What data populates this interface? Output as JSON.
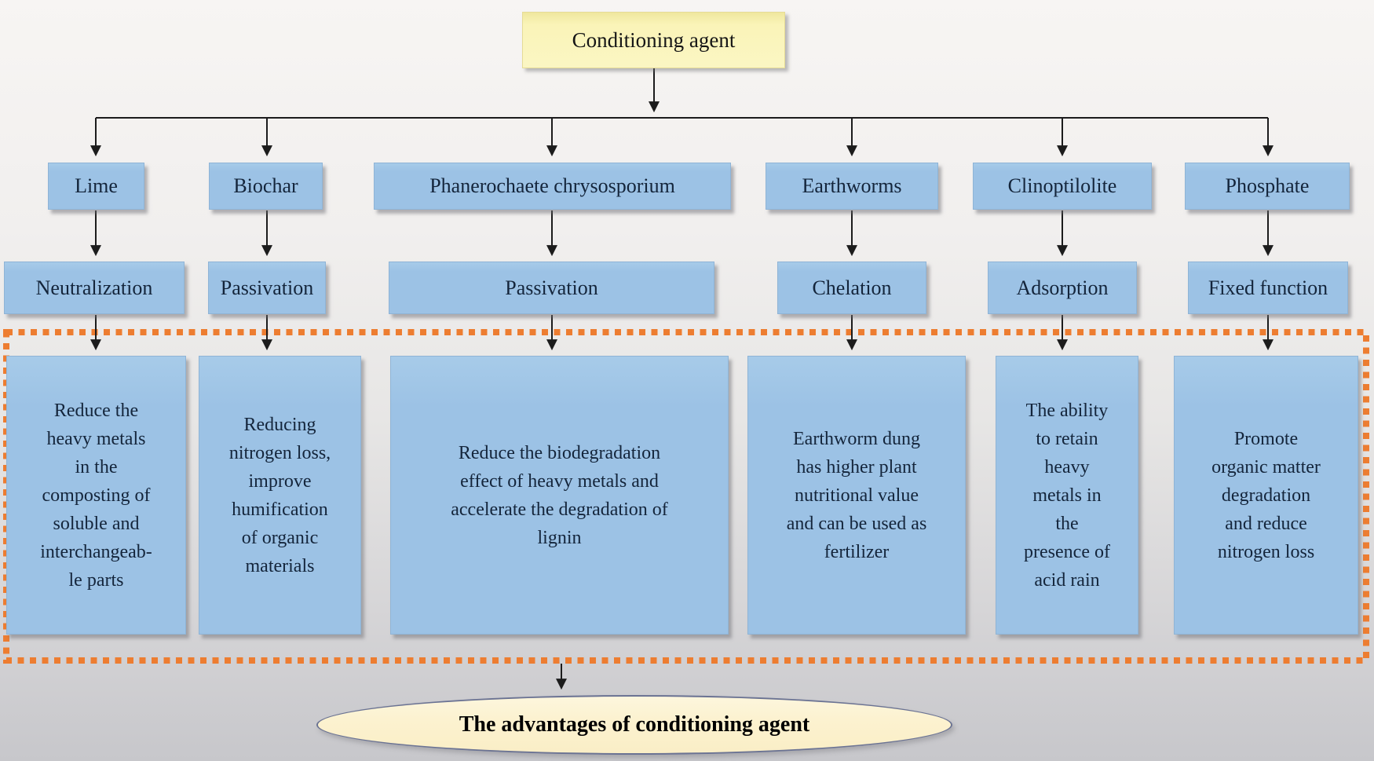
{
  "diagram": {
    "title": "Conditioning agent flowchart",
    "root": {
      "label": "Conditioning agent"
    },
    "columns": [
      {
        "agent": "Lime",
        "function": "Neutralization",
        "advantage": "Reduce the\nheavy metals\nin the\ncomposting of\nsoluble and\ninterchangeab-\nle parts"
      },
      {
        "agent": "Biochar",
        "function": "Passivation",
        "advantage": "Reducing\nnitrogen loss,\nimprove\nhumification\nof organic\nmaterials"
      },
      {
        "agent": "Phanerochaete chrysosporium",
        "function": "Passivation",
        "advantage": "Reduce the biodegradation\neffect of heavy metals and\naccelerate the degradation of\nlignin"
      },
      {
        "agent": "Earthworms",
        "function": "Chelation",
        "advantage": "Earthworm dung\nhas higher plant\nnutritional value\nand can be used as\nfertilizer"
      },
      {
        "agent": "Clinoptilolite",
        "function": "Adsorption",
        "advantage": "The ability\nto retain\nheavy\nmetals in\nthe\npresence of\nacid rain"
      },
      {
        "agent": "Phosphate",
        "function": "Fixed function",
        "advantage": "Promote\norganic matter\ndegradation\nand reduce\nnitrogen loss"
      }
    ],
    "conclusion": {
      "label": "The advantages of conditioning agent"
    },
    "colors": {
      "node_blue": "#9cc2e5",
      "root_yellow": "#faf4b8",
      "conclusion_cream": "#fcf2d0",
      "dotted_border_orange": "#ed7d31",
      "connector_black": "#1c1c1c"
    }
  }
}
